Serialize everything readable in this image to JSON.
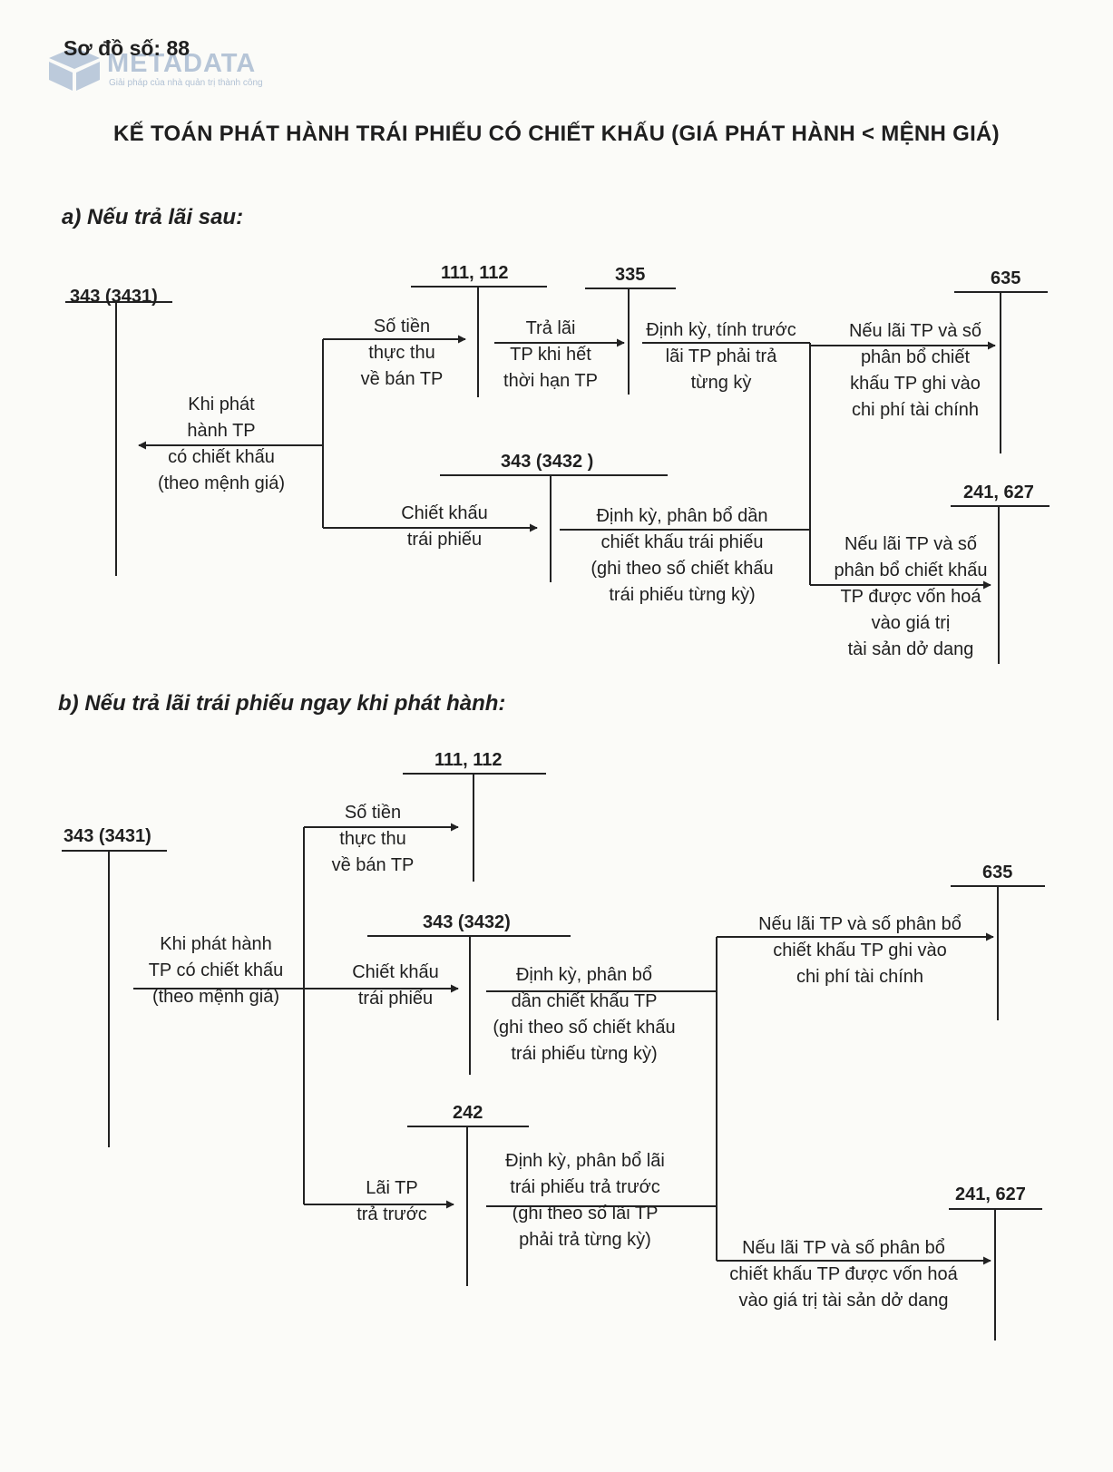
{
  "header": {
    "scheme_number": "Sơ đồ số: 88",
    "title": "KẾ TOÁN PHÁT HÀNH TRÁI PHIẾU CÓ CHIẾT KHẤU (GIÁ PHÁT HÀNH < MỆNH GIÁ)",
    "watermark": {
      "brand": "METADATA",
      "tagline": "Giải pháp của nhà quản trị thành công"
    }
  },
  "section_a": {
    "heading": "a) Nếu trả lãi sau:",
    "accounts": {
      "a3431": "343 (3431)",
      "a111": "111, 112",
      "a335": "335",
      "a635": "635",
      "a3432": "343 (3432 )",
      "a241": "241, 627"
    },
    "labels": {
      "issue": [
        "Khi phát",
        "hành TP",
        "có chiết khấu",
        "(theo mệnh giá)"
      ],
      "cash": [
        "Số tiền",
        "thực thu",
        "về bán TP"
      ],
      "pay": [
        "Trả lãi",
        "TP khi hết",
        "thời hạn TP"
      ],
      "accrue": [
        "Định kỳ, tính trước",
        "lãi TP phải trả",
        "từng kỳ"
      ],
      "expense": [
        "Nếu lãi TP và số",
        "phân bổ chiết",
        "khấu TP ghi vào",
        "chi phí tài chính"
      ],
      "discount": [
        "Chiết khấu",
        "trái phiếu"
      ],
      "allocate": [
        "Định kỳ, phân bổ dần",
        "chiết khấu trái phiếu",
        "(ghi theo số chiết khấu",
        "trái phiếu từng kỳ)"
      ],
      "capital": [
        "Nếu lãi TP và số",
        "phân bổ chiết khấu",
        "TP được vốn hoá",
        "vào giá trị",
        "tài sản dở dang"
      ]
    }
  },
  "section_b": {
    "heading": "b) Nếu trả lãi trái phiếu ngay khi phát hành:",
    "accounts": {
      "a3431": "343 (3431)",
      "a111": "111, 112",
      "a635": "635",
      "a3432": "343 (3432)",
      "a242": "242",
      "a241": "241, 627"
    },
    "labels": {
      "cash": [
        "Số tiền",
        "thực thu",
        "về bán TP"
      ],
      "issue": [
        "Khi phát hành",
        "TP có chiết khấu",
        "(theo mệnh giá)"
      ],
      "discount": [
        "Chiết khấu",
        "trái phiếu"
      ],
      "allocate": [
        "Định kỳ, phân bổ",
        "dần chiết khấu TP",
        "(ghi theo số chiết khấu",
        "trái phiếu từng kỳ)"
      ],
      "expense": [
        "Nếu lãi TP và số phân bổ",
        "chiết khấu TP ghi vào",
        "chi phí tài chính"
      ],
      "prepaid": [
        "Lãi TP",
        "trả trước"
      ],
      "allocate_prepaid": [
        "Định kỳ, phân bổ lãi",
        "trái phiếu trả trước",
        "(ghi theo số lãi TP",
        "phải trả từng kỳ)"
      ],
      "capital": [
        "Nếu lãi TP và số phân bổ",
        "chiết khấu TP được vốn hoá",
        "vào giá trị tài sản dở dang"
      ]
    }
  }
}
